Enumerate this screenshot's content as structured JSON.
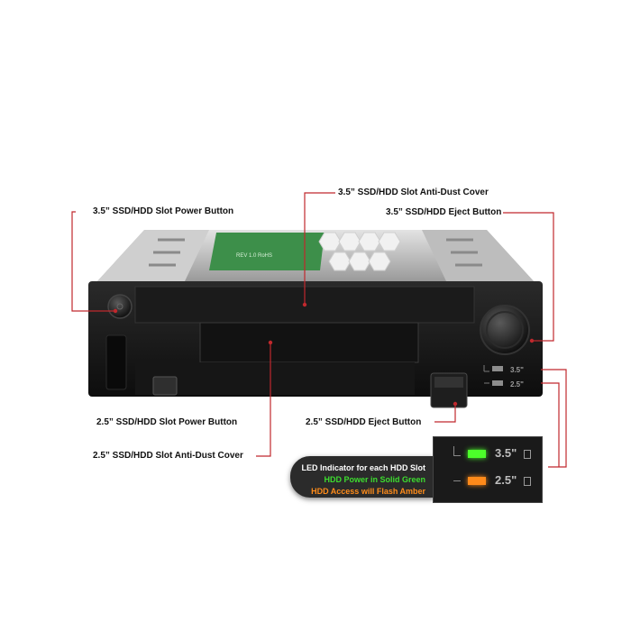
{
  "callouts": {
    "slot35_power": "3.5” SSD/HDD Slot Power Button",
    "slot35_dust": "3.5” SSD/HDD Slot Anti-Dust Cover",
    "slot35_eject": "3.5” SSD/HDD Eject Button",
    "slot25_power": "2.5” SSD/HDD Slot Power Button",
    "slot25_eject": "2.5” SSD/HDD Eject Button",
    "slot25_dust": "2.5” SSD/HDD Slot Anti-Dust Cover"
  },
  "led_indicator": {
    "title": "LED Indicator for each HDD Slot",
    "power_text": "HDD Power in Solid Green",
    "access_text": "HDD Access will Flash Amber",
    "label_35": "3.5\"",
    "label_25": "2.5\"",
    "green": "#4cff2a",
    "amber": "#ff8a1a",
    "power_color": "#3ddc2f",
    "access_color": "#ff8c1a"
  },
  "board_text": "REV 1.0 RoHS",
  "colors": {
    "callout_line": "#c0282d"
  }
}
